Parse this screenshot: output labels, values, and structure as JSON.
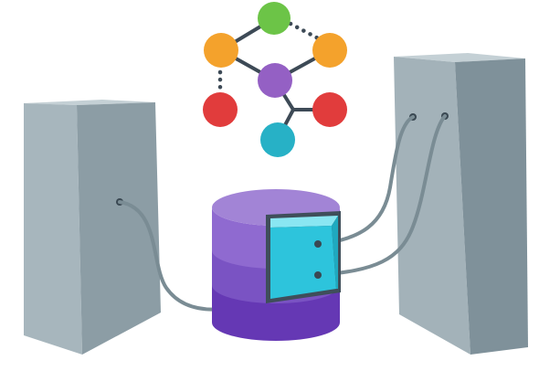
{
  "illustration": {
    "subject": "",
    "icons": [
      "graph-network-icon",
      "server-tower-left-icon",
      "server-tower-right-icon",
      "database-cylinder-icon",
      "cable-icon",
      "connector-port-icon"
    ]
  },
  "colors": {
    "background": "#ffffff",
    "graph_edge": "#3d4a56",
    "node_green": "#6cc447",
    "node_orange": "#f4a22c",
    "node_purple": "#9460c4",
    "node_red": "#e13c3c",
    "node_teal": "#27b1c6",
    "tower_front": "#a7b6bd",
    "tower_side": "#7f919a",
    "tower_top": "#c4d0d5",
    "db_top": "#a284d6",
    "db_tier1": "#8f6ad0",
    "db_tier2": "#7a53c3",
    "db_tier3": "#6538b4",
    "panel_face": "#2dc4dc",
    "panel_top": "#8ae6f2",
    "panel_frame": "#3f4e5a",
    "cable": "#7a8c94",
    "port": "#3a4852"
  },
  "graph": {
    "nodes": [
      {
        "id": "n-green",
        "color": "node_green"
      },
      {
        "id": "n-orange-left",
        "color": "node_orange"
      },
      {
        "id": "n-orange-right",
        "color": "node_orange"
      },
      {
        "id": "n-purple",
        "color": "node_purple"
      },
      {
        "id": "n-red-left",
        "color": "node_red"
      },
      {
        "id": "n-red-right",
        "color": "node_red"
      },
      {
        "id": "n-teal",
        "color": "node_teal"
      }
    ],
    "edges": [
      {
        "from": "n-green",
        "to": "n-orange-left",
        "style": "solid"
      },
      {
        "from": "n-green",
        "to": "n-orange-right",
        "style": "dotted"
      },
      {
        "from": "n-orange-left",
        "to": "n-purple",
        "style": "solid"
      },
      {
        "from": "n-orange-right",
        "to": "n-purple",
        "style": "solid"
      },
      {
        "from": "n-orange-left",
        "to": "n-red-left",
        "style": "dotted"
      },
      {
        "from": "n-purple",
        "to": "n-red-right",
        "style": "solid"
      },
      {
        "from": "n-purple",
        "to": "n-teal",
        "style": "solid"
      }
    ]
  }
}
